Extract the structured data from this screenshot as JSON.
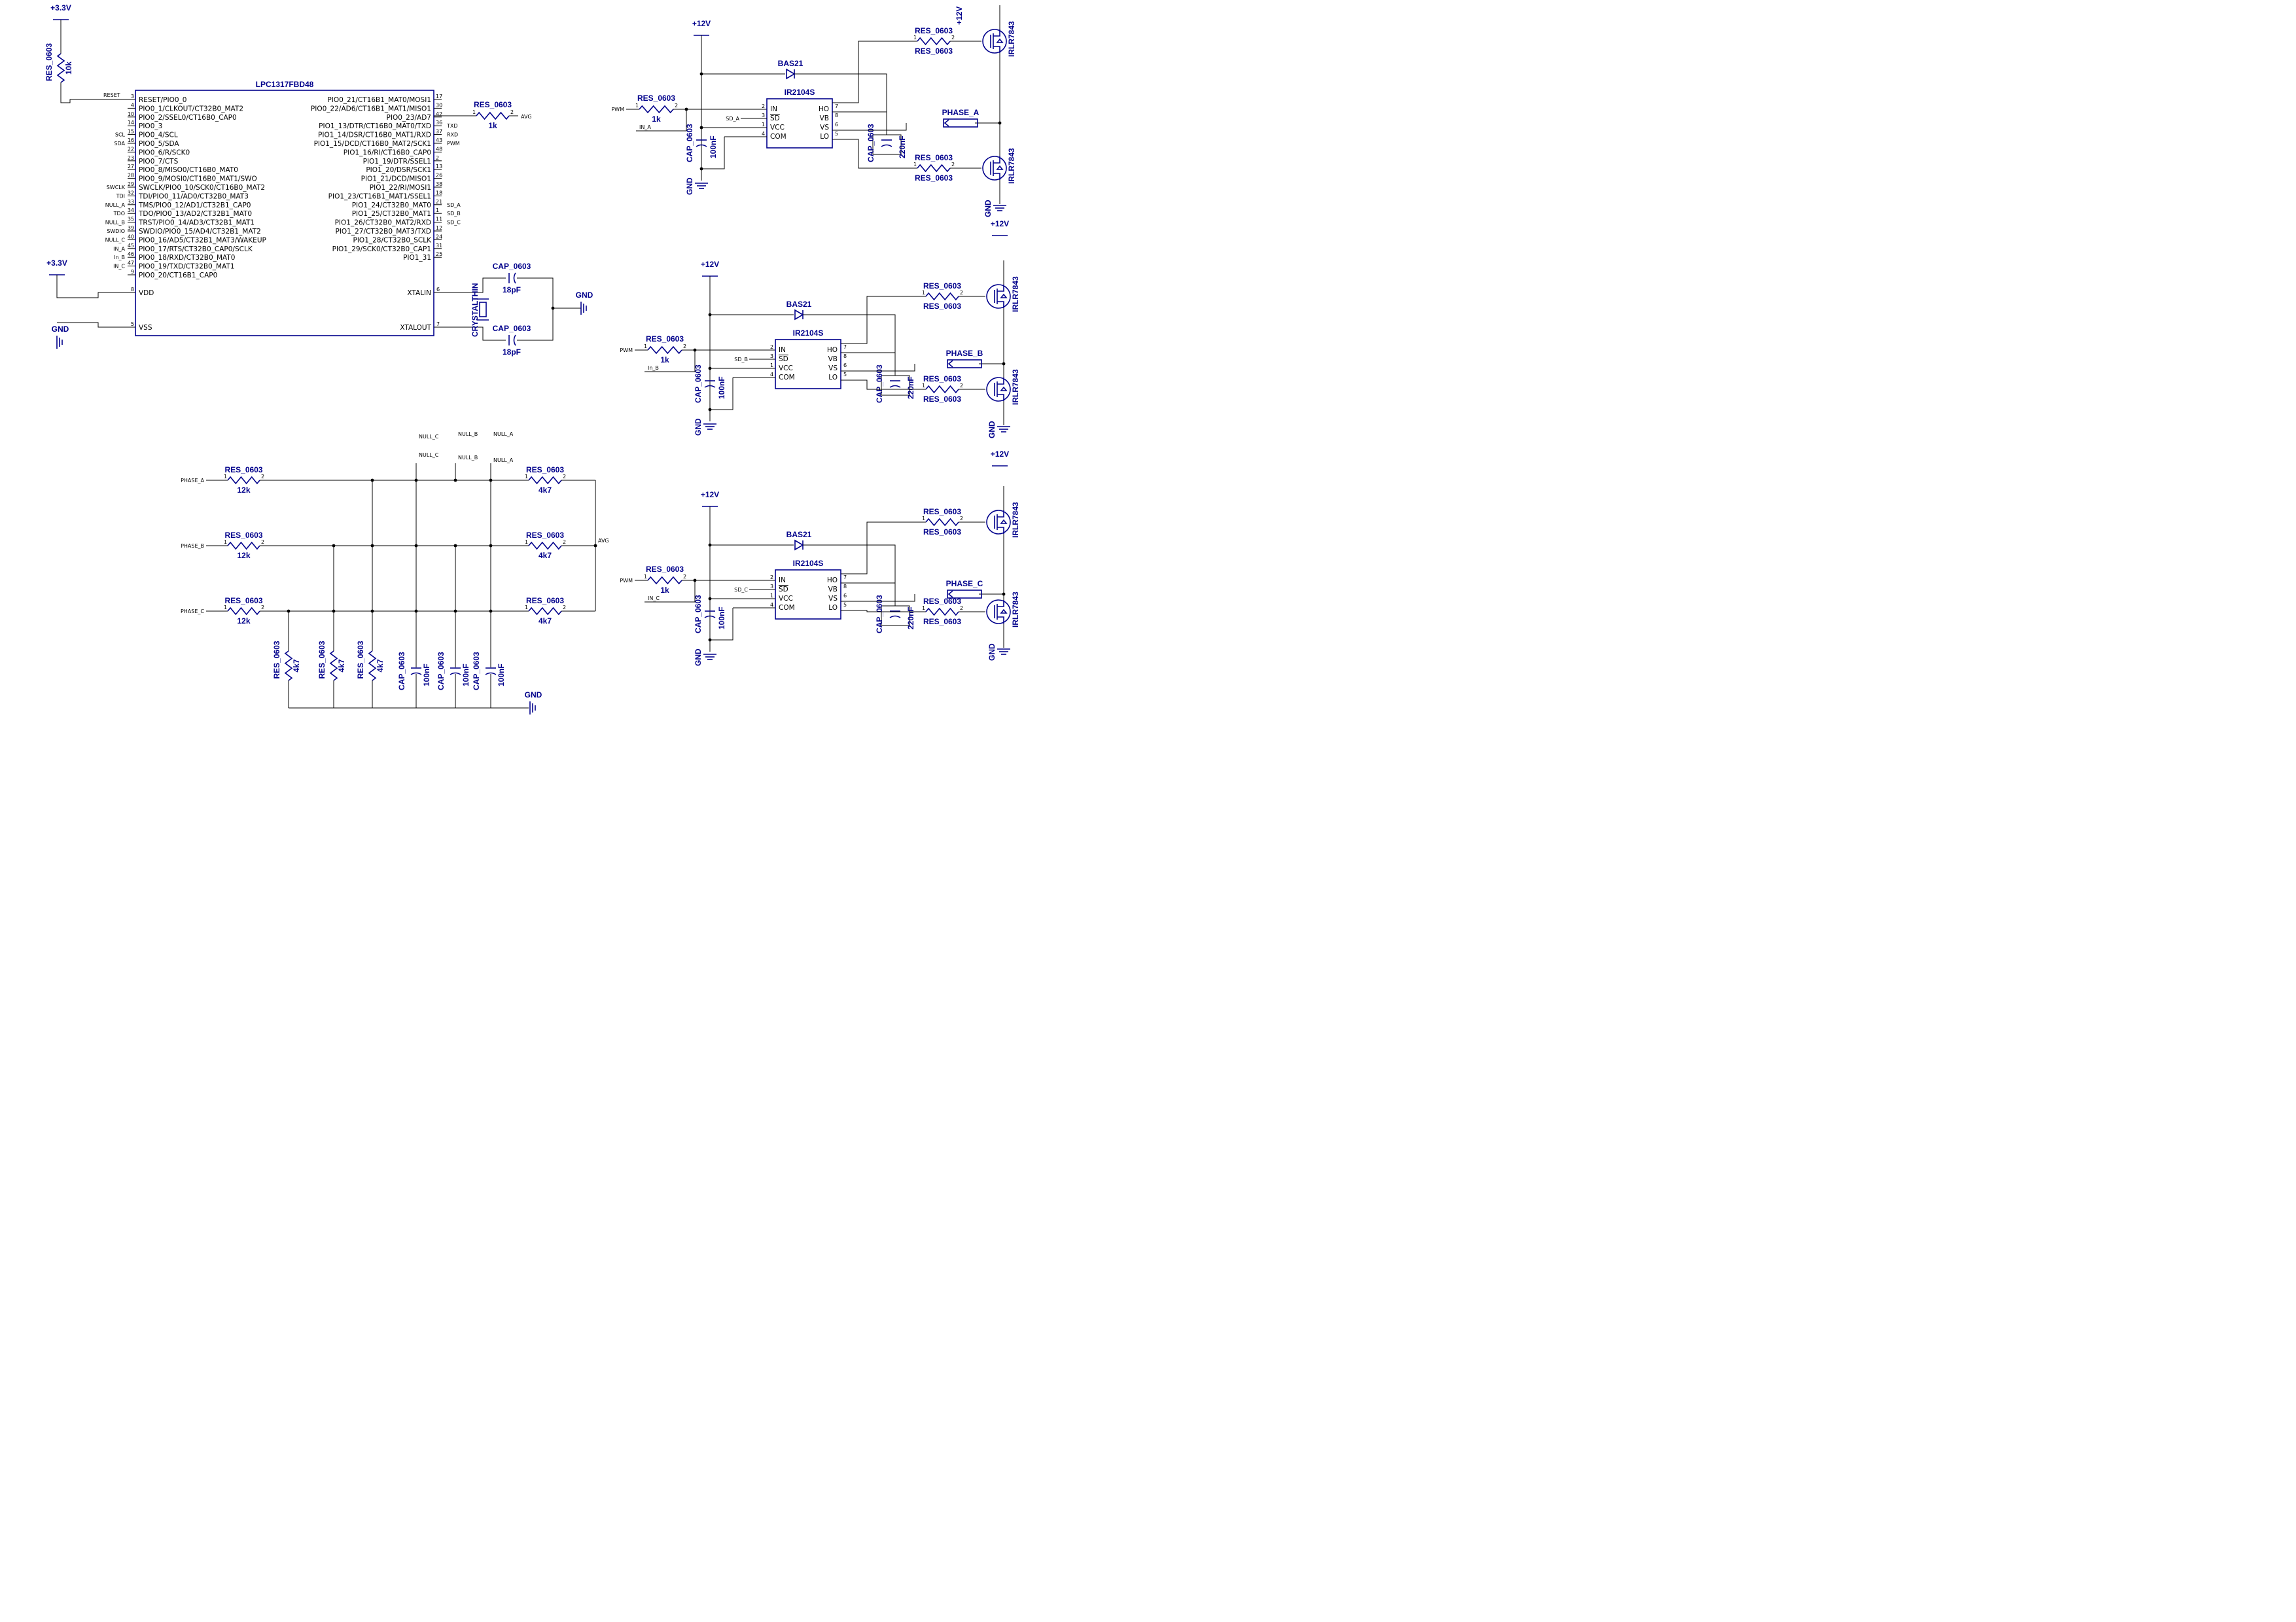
{
  "power": {
    "v33": "+3.3V",
    "v12": "+12V",
    "gnd": "GND"
  },
  "mcu": {
    "name": "LPC1317FBD48",
    "left_pins": [
      {
        "num": "3",
        "name": "RESET/PIO0_0",
        "net": "RESET"
      },
      {
        "num": "4",
        "name": "PIO0_1/CLKOUT/CT32B0_MAT2",
        "net": ""
      },
      {
        "num": "10",
        "name": "PIO0_2/SSEL0/CT16B0_CAP0",
        "net": ""
      },
      {
        "num": "14",
        "name": "PIO0_3",
        "net": ""
      },
      {
        "num": "15",
        "name": "PIO0_4/SCL",
        "net": "SCL"
      },
      {
        "num": "16",
        "name": "PIO0_5/SDA",
        "net": "SDA"
      },
      {
        "num": "22",
        "name": "PIO0_6/R/SCK0",
        "net": ""
      },
      {
        "num": "23",
        "name": "PIO0_7/CTS",
        "net": ""
      },
      {
        "num": "27",
        "name": "PIO0_8/MISO0/CT16B0_MAT0",
        "net": ""
      },
      {
        "num": "28",
        "name": "PIO0_9/MOSI0/CT16B0_MAT1/SWO",
        "net": ""
      },
      {
        "num": "29",
        "name": "SWCLK/PIO0_10/SCK0/CT16B0_MAT2",
        "net": "SWCLK"
      },
      {
        "num": "32",
        "name": "TDI/PIO0_11/AD0/CT32B0_MAT3",
        "net": "TDI"
      },
      {
        "num": "33",
        "name": "TMS/PIO0_12/AD1/CT32B1_CAP0",
        "net": "NULL_A"
      },
      {
        "num": "34",
        "name": "TDO/PIO0_13/AD2/CT32B1_MAT0",
        "net": "TDO"
      },
      {
        "num": "35",
        "name": "TRST/PIO0_14/AD3/CT32B1_MAT1",
        "net": "NULL_B"
      },
      {
        "num": "39",
        "name": "SWDIO/PIO0_15/AD4/CT32B1_MAT2",
        "net": "SWDIO"
      },
      {
        "num": "40",
        "name": "PIO0_16/AD5/CT32B1_MAT3/WAKEUP",
        "net": "NULL_C"
      },
      {
        "num": "45",
        "name": "PIO0_17/RTS/CT32B0_CAP0/SCLK",
        "net": "IN_A"
      },
      {
        "num": "46",
        "name": "PIO0_18/RXD/CT32B0_MAT0",
        "net": "In_B"
      },
      {
        "num": "47",
        "name": "PIO0_19/TXD/CT32B0_MAT1",
        "net": "IN_C"
      },
      {
        "num": "9",
        "name": "PIO0_20/CT16B1_CAP0",
        "net": ""
      }
    ],
    "right_pins": [
      {
        "num": "17",
        "name": "PIO0_21/CT16B1_MAT0/MOSI1",
        "net": ""
      },
      {
        "num": "30",
        "name": "PIO0_22/AD6/CT16B1_MAT1/MISO1",
        "net": ""
      },
      {
        "num": "42",
        "name": "PIO0_23/AD7",
        "net": ""
      },
      {
        "num": "36",
        "name": "PIO1_13/DTR/CT16B0_MAT0/TXD",
        "net": "TXD"
      },
      {
        "num": "37",
        "name": "PIO1_14/DSR/CT16B0_MAT1/RXD",
        "net": "RXD"
      },
      {
        "num": "43",
        "name": "PIO1_15/DCD/CT16B0_MAT2/SCK1",
        "net": "PWM"
      },
      {
        "num": "48",
        "name": "PIO1_16/RI/CT16B0_CAP0",
        "net": ""
      },
      {
        "num": "2",
        "name": "PIO1_19/DTR/SSEL1",
        "net": ""
      },
      {
        "num": "13",
        "name": "PIO1_20/DSR/SCK1",
        "net": ""
      },
      {
        "num": "26",
        "name": "PIO1_21/DCD/MISO1",
        "net": ""
      },
      {
        "num": "38",
        "name": "PIO1_22/RI/MOSI1",
        "net": ""
      },
      {
        "num": "18",
        "name": "PIO1_23/CT16B1_MAT1/SSEL1",
        "net": ""
      },
      {
        "num": "21",
        "name": "PIO1_24/CT32B0_MAT0",
        "net": "SD_A"
      },
      {
        "num": "1",
        "name": "PIO1_25/CT32B0_MAT1",
        "net": "SD_B"
      },
      {
        "num": "11",
        "name": "PIO1_26/CT32B0_MAT2/RXD",
        "net": "SD_C"
      },
      {
        "num": "12",
        "name": "PIO1_27/CT32B0_MAT3/TXD",
        "net": ""
      },
      {
        "num": "24",
        "name": "PIO1_28/CT32B0_SCLK",
        "net": ""
      },
      {
        "num": "31",
        "name": "PIO1_29/SCK0/CT32B0_CAP1",
        "net": ""
      },
      {
        "num": "25",
        "name": "PIO1_31",
        "net": ""
      }
    ],
    "vdd": {
      "num": "8",
      "name": "VDD"
    },
    "vss": {
      "num": "5",
      "name": "VSS"
    },
    "xtalin": {
      "num": "6",
      "name": "XTALIN"
    },
    "xtalout": {
      "num": "7",
      "name": "XTALOUT"
    }
  },
  "parts": {
    "res": "RES_0603",
    "cap": "CAP_0603",
    "r10k": "10k",
    "r1k": "1k",
    "r12k": "12k",
    "r4k7": "4k7",
    "c100n": "100nF",
    "c220n": "220nF",
    "c18p": "18pF",
    "crystal": "CRYSTALTHIN",
    "driver": "IR2104S",
    "diode": "BAS21",
    "mosfet": "IRLR7843"
  },
  "driver_pins": {
    "in": "IN",
    "sd": "SD",
    "vcc": "VCC",
    "com": "COM",
    "ho": "HO",
    "vb": "VB",
    "vs": "VS",
    "lo": "LO"
  },
  "nets": {
    "reset": "RESET",
    "avg": "AVG",
    "pwm": "PWM",
    "in_a": "IN_A",
    "in_b": "In_B",
    "in_c": "IN_C",
    "sd_a": "SD_A",
    "sd_b": "SD_B",
    "sd_c": "SD_C",
    "phase_a": "PHASE_A",
    "phase_b": "PHASE_B",
    "phase_c": "PHASE_C",
    "null_a": "NULL_A",
    "null_b": "NULL_B",
    "null_c": "NULL_C"
  }
}
